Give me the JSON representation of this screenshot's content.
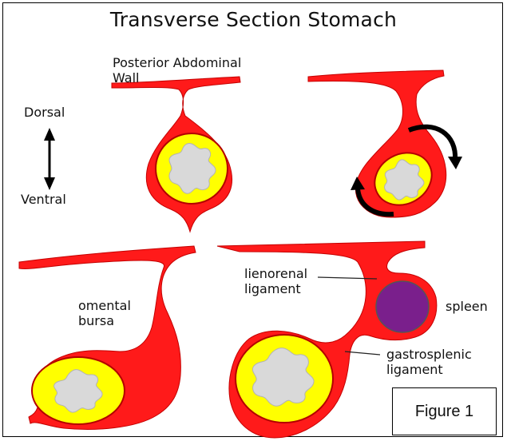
{
  "title": "Transverse Section Stomach",
  "labels": {
    "posterior_wall": "Posterior Abdominal\nWall",
    "dorsal": "Dorsal",
    "ventral": "Ventral",
    "lienorenal": "lienorenal\nligament",
    "omental": "omental\nbursa",
    "spleen": "spleen",
    "gastrosplenic": "gastrosplenic\nligament"
  },
  "figure_label": "Figure 1",
  "colors": {
    "mesentery": "#ff1a1a",
    "wall_outline": "#b30000",
    "submucosa": "#ffff00",
    "lumen": "#d9d9d9",
    "spleen": "#7a1f8c",
    "arrow": "#000000"
  }
}
